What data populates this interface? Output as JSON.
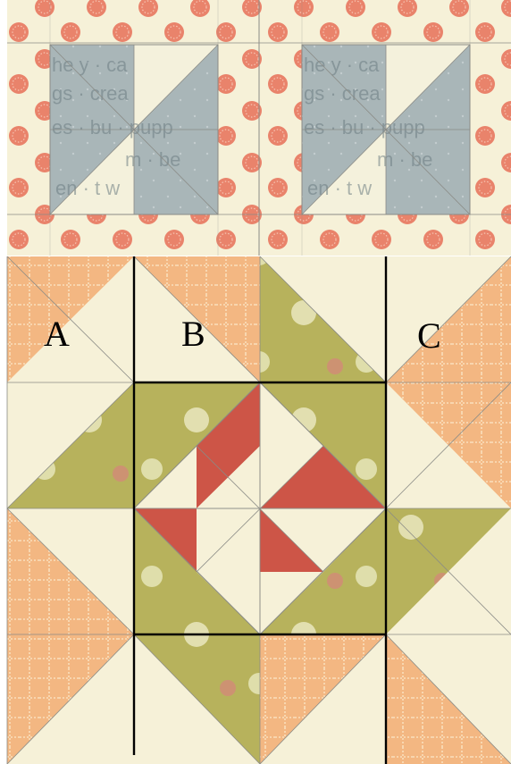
{
  "labels": {
    "a": "A",
    "b": "B",
    "c": "C"
  },
  "colors": {
    "cream": "#f6f1d8",
    "dot_orange": "#e9836b",
    "pinwheel_gray": "#a9b6b8",
    "pinwheel_light": "#f4f1dc",
    "plaid_orange": "#f3b782",
    "plaid_line": "#fadfbc",
    "green": "#b7b25c",
    "green_dot": "#e7e5b9",
    "red": "#cd5547",
    "seam_line": "#8a8b86",
    "guide_line": "#000000"
  },
  "fabric_print_text": {
    "line1": "he y · ca",
    "line2": "gs · crea",
    "line3": "es · bu · pupp",
    "line4": "m · be",
    "line5": "en · t w"
  }
}
